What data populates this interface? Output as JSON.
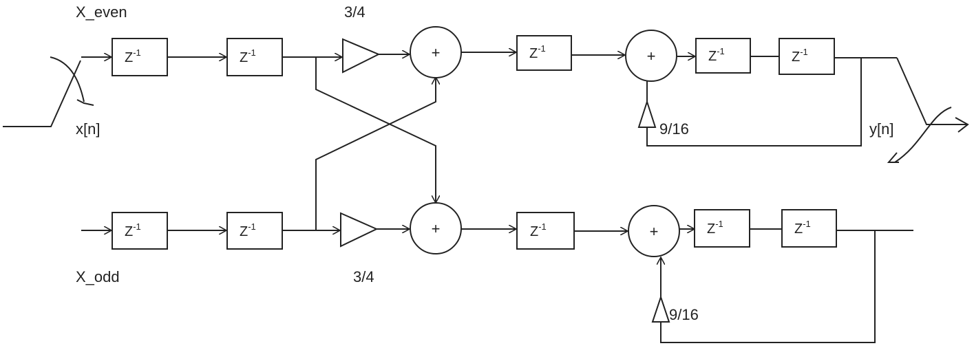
{
  "labels": {
    "x_even": "X_even",
    "x_odd": "X_odd",
    "input": "x[n]",
    "output": "y[n]",
    "gain_top": "3/4",
    "gain_bottom": "3/4",
    "feedback_top": "9/16",
    "feedback_bottom": "9/16"
  },
  "delay": {
    "base": "Z",
    "exponent": "-1"
  },
  "adder_symbol": "+"
}
